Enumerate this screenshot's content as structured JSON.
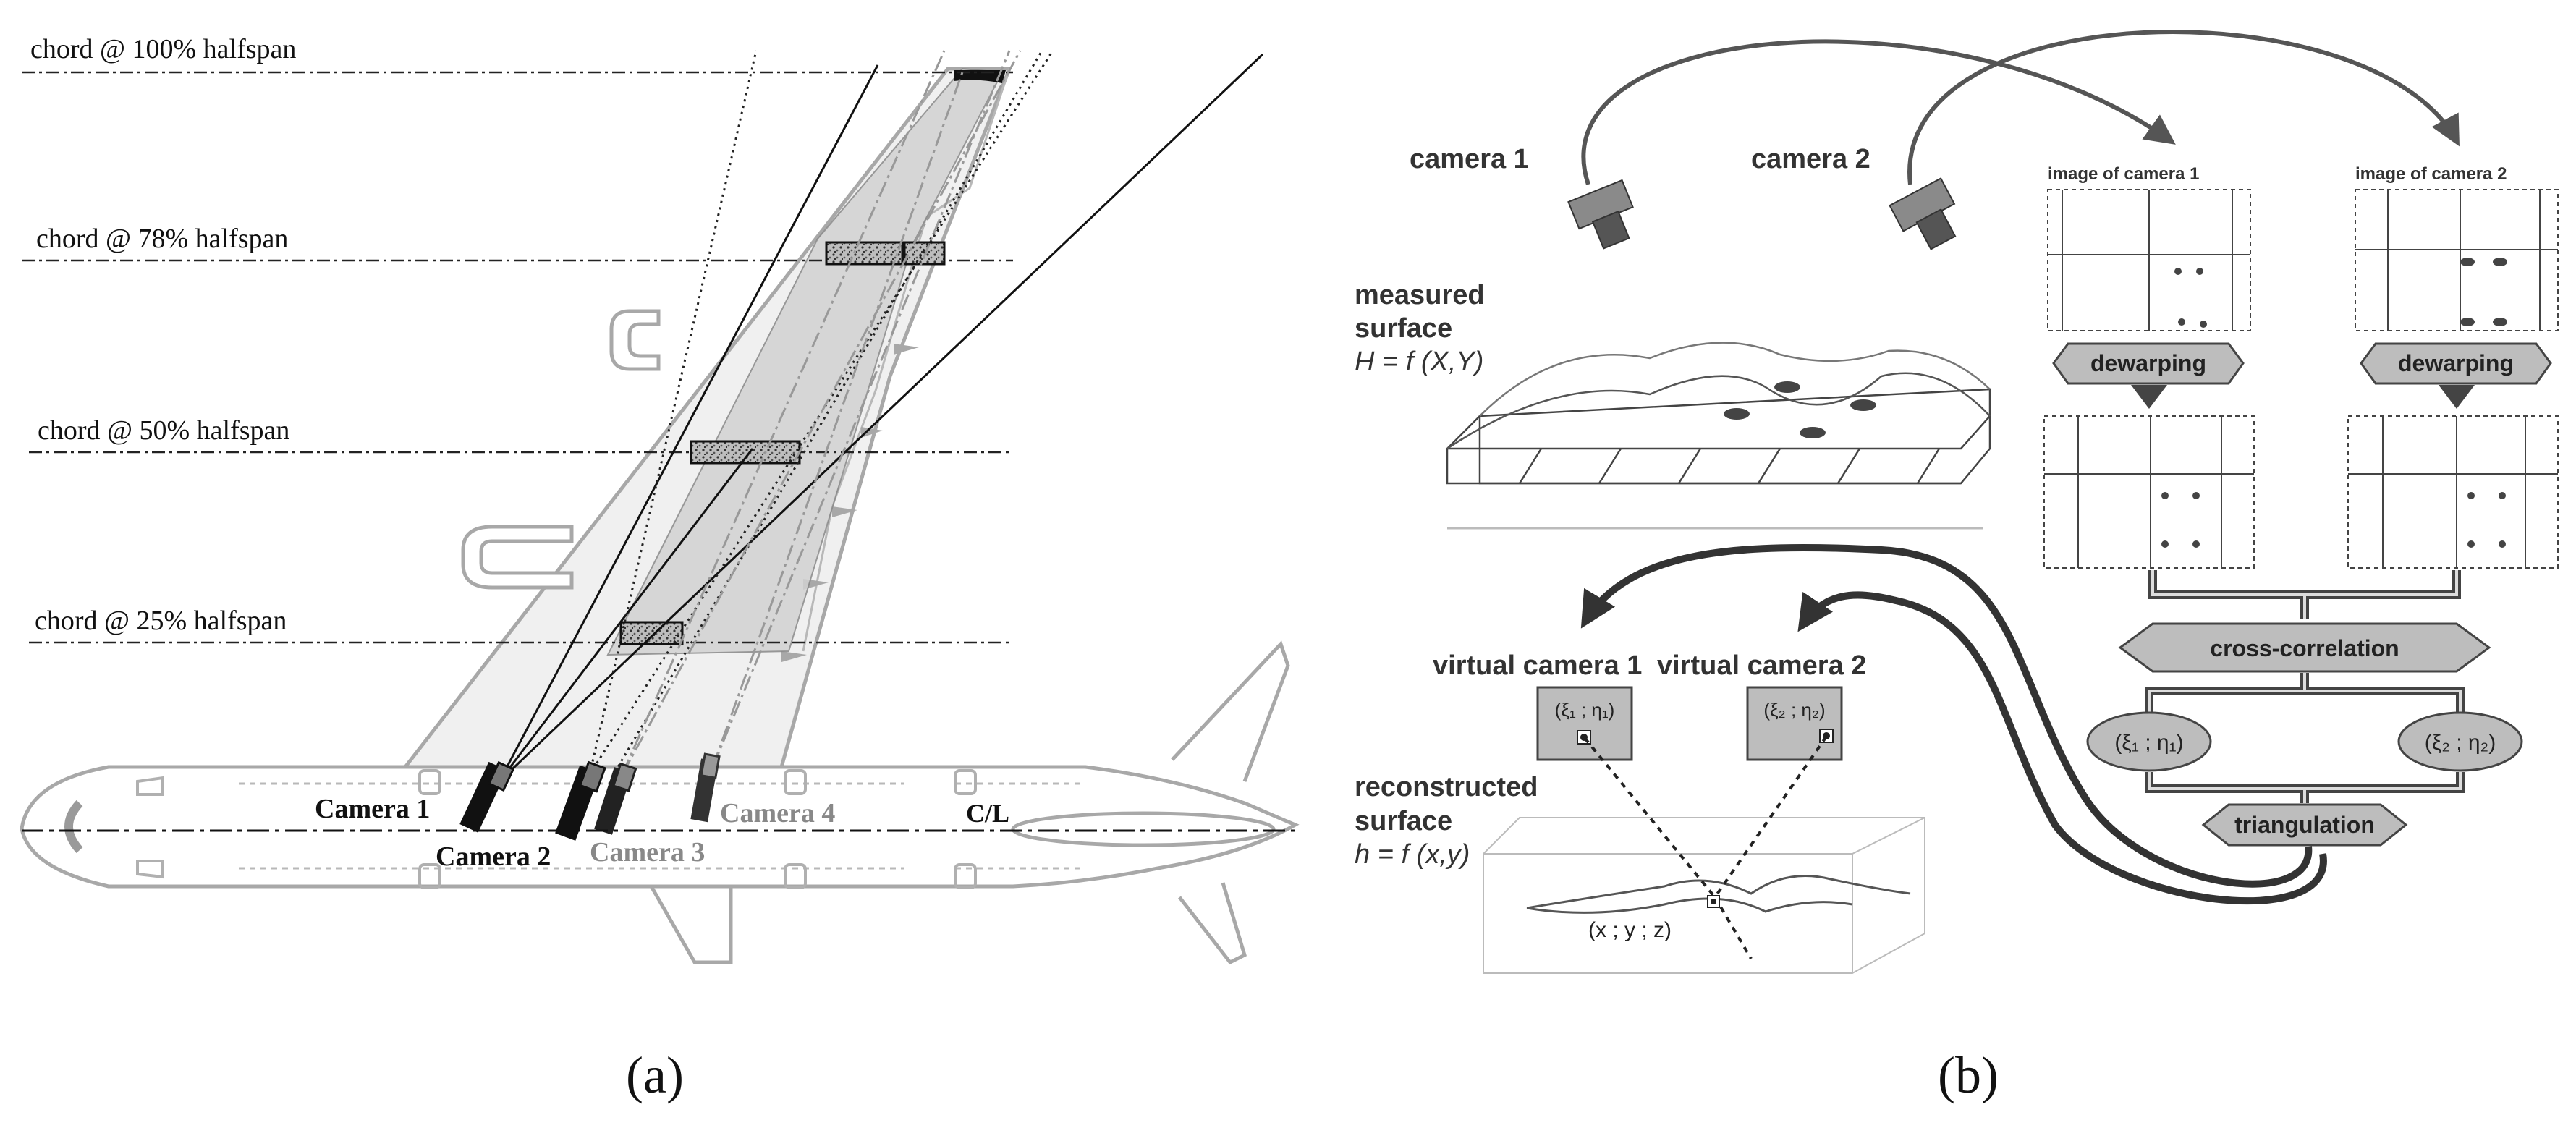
{
  "panel_a": {
    "caption": "(a)",
    "chords": [
      "chord @ 100% halfspan",
      "chord @ 78% halfspan",
      "chord @ 50% halfspan",
      "chord @ 25% halfspan"
    ],
    "cameras": [
      "Camera 1",
      "Camera 2",
      "Camera 3",
      "Camera 4"
    ],
    "centerline": "C/L"
  },
  "panel_b": {
    "caption": "(b)",
    "camera1": "camera 1",
    "camera2": "camera 2",
    "image_cam1": "image of camera 1",
    "image_cam2": "image of camera 2",
    "measured_surface": [
      "measured",
      "surface",
      "H = f (X,Y)"
    ],
    "dewarping": "dewarping",
    "cross_correlation": "cross-correlation",
    "xi1": "(ξ₁ ; η₁)",
    "xi2": "(ξ₂ ; η₂)",
    "triangulation": "triangulation",
    "virtual_cam1": "virtual camera 1",
    "virtual_cam2": "virtual camera 2",
    "reconstructed_surface": [
      "reconstructed",
      "surface",
      "h = f (x,y)"
    ],
    "point_label": "(x ; y ; z)"
  }
}
